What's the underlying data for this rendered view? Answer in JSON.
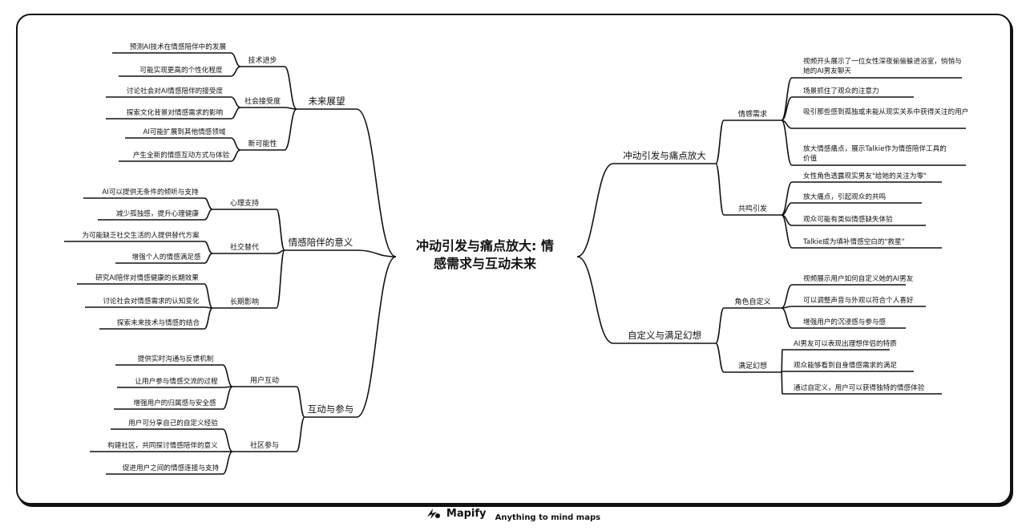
{
  "central": "冲动引发与痛点放大: 情感需求与互动未来",
  "branches": [
    {
      "label": "未来展望",
      "children": [
        {
          "label": "技术进步",
          "leaves": [
            "预测AI技术在情感陪伴中的发展",
            "可能实现更高的个性化程度"
          ]
        },
        {
          "label": "社会接受度",
          "leaves": [
            "讨论社会对AI情感陪伴的接受度",
            "探索文化背景对情感需求的影响"
          ]
        },
        {
          "label": "新可能性",
          "leaves": [
            "AI可能扩展到其他情感领域",
            "产生全新的情感互动方式与体验"
          ]
        }
      ]
    },
    {
      "label": "情感陪伴的意义",
      "children": [
        {
          "label": "心理支持",
          "leaves": [
            "AI可以提供无条件的倾听与支持",
            "减少孤独感，提升心理健康"
          ]
        },
        {
          "label": "社交替代",
          "leaves": [
            "为可能缺乏社交生活的人提供替代方案",
            "增强个人的情感满足感"
          ]
        },
        {
          "label": "长期影响",
          "leaves": [
            "研究AI陪伴对情感健康的长期效果",
            "讨论社会对情感需求的认知变化",
            "探索未来技术与情感的结合"
          ]
        }
      ]
    },
    {
      "label": "互动与参与",
      "children": [
        {
          "label": "用户互动",
          "leaves": [
            "提供实时沟通与反馈机制",
            "让用户参与情感交流的过程",
            "增强用户的归属感与安全感"
          ]
        },
        {
          "label": "社区参与",
          "leaves": [
            "用户可分享自己的自定义经验",
            "构建社区，共同探讨情感陪伴的意义",
            "促进用户之间的情感连接与支持"
          ]
        }
      ]
    },
    {
      "label": "冲动引发与痛点放大",
      "children": [
        {
          "label": "情感需求",
          "leaves": [
            "视频开头展示了一位女性深夜偷偷躲进浴室，悄悄与她的AI男友聊天",
            "场景抓住了观众的注意力",
            "吸引那些感到孤独或未能从现实关系中获得关注的用户",
            "放大情感痛点，展示Talkie作为情感陪伴工具的价值"
          ]
        },
        {
          "label": "共鸣引发",
          "leaves": [
            "女性角色透露现实男友\"给她的关注为零\"",
            "放大痛点，引起观众的共鸣",
            "观众可能有类似情感缺失体验",
            "Talkie成为填补情感空白的\"救星\""
          ]
        }
      ]
    },
    {
      "label": "自定义与满足幻想",
      "children": [
        {
          "label": "角色自定义",
          "leaves": [
            "视频展示用户如何自定义她的AI男友",
            "可以调整声音与外观以符合个人喜好",
            "增强用户的沉浸感与参与感"
          ]
        },
        {
          "label": "满足幻想",
          "leaves": [
            "AI男友可以表现出理想伴侣的特质",
            "观众能够看到自身情感需求的满足",
            "通过自定义，用户可以获得独特的情感体验"
          ]
        }
      ]
    }
  ],
  "footer": {
    "brand": "Mapify",
    "tagline": "Anything to mind maps"
  }
}
